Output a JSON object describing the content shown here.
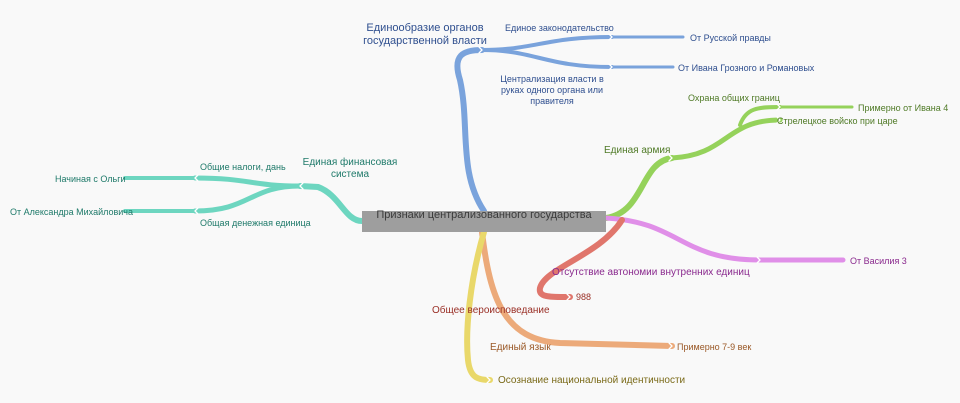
{
  "center": "Признаки централизованного государства",
  "colors": {
    "blue": "#7aa3dc",
    "green": "#95d25b",
    "pink": "#e08fe8",
    "red": "#e0766c",
    "orange": "#ecaa7a",
    "yellow": "#e9d86a",
    "teal": "#6dd6c0"
  },
  "branches": {
    "uniformity": {
      "label": "Единообразие органов государственной власти",
      "children": [
        {
          "label": "Единое законодательство",
          "detail": "От Русской правды"
        },
        {
          "label": "Централизация власти в руках одного органа или правителя",
          "detail": "От Ивана Грозного и Романовых"
        }
      ]
    },
    "army": {
      "label": "Единая армия",
      "children": [
        {
          "label": "Охрана общих границ",
          "detail": "Примерно от Ивана 4"
        },
        {
          "label": "Стрелецкое войско при царе"
        }
      ]
    },
    "autonomy": {
      "label": "Отсутствие автономии внутренних единиц",
      "detail": "От Василия 3"
    },
    "religion": {
      "label": "Общее вероисповедание",
      "detail": "988"
    },
    "language": {
      "label": "Единый язык",
      "detail": "Примерно 7-9 век"
    },
    "identity": {
      "label": "Осознание национальной идентичности"
    },
    "finance": {
      "label": "Единая финансовая система",
      "children": [
        {
          "label": "Общие налоги, дань",
          "detail": "Начиная с Ольги"
        },
        {
          "label": "Общая денежная единица",
          "detail": "От Александра Михайловича"
        }
      ]
    }
  }
}
